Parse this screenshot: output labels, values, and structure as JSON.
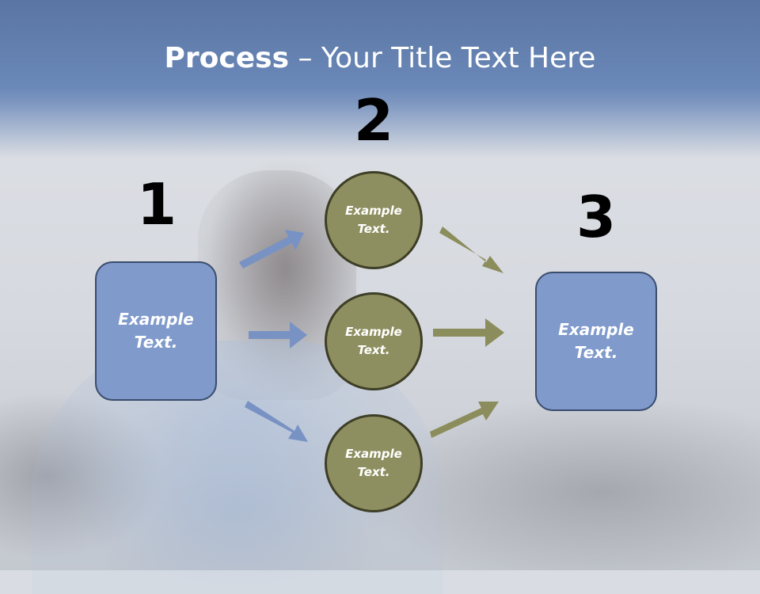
{
  "title": {
    "bold": "Process",
    "rest": " – Your Title Text Here"
  },
  "numbers": {
    "one": "1",
    "two": "2",
    "three": "3"
  },
  "left_box": {
    "line1": "Example",
    "line2": "Text."
  },
  "right_box": {
    "line1": "Example",
    "line2": "Text."
  },
  "circles": [
    {
      "line1": "Example",
      "line2": "Text."
    },
    {
      "line1": "Example",
      "line2": "Text."
    },
    {
      "line1": "Example",
      "line2": "Text."
    }
  ],
  "colors": {
    "banner": "#6a88b8",
    "box_fill": "#7f9acb",
    "circle_fill": "#8e8f60",
    "blue_arrow": "#7892c4",
    "olive_arrow": "#8c8d5c"
  }
}
